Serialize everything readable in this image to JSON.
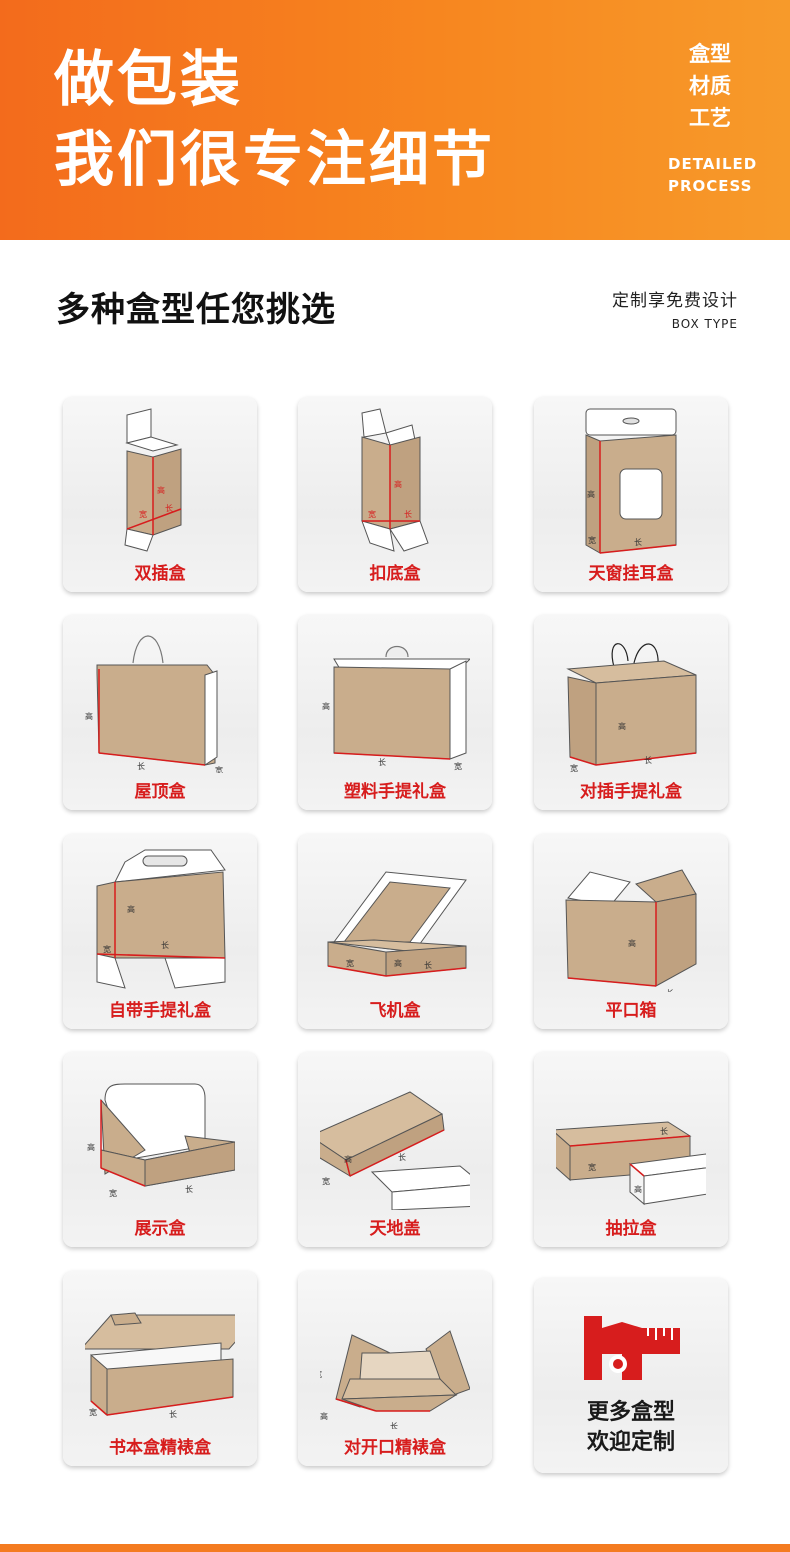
{
  "hero": {
    "line1": "做包装",
    "line2": "我们很专注细节",
    "tags": [
      "盒型",
      "材质",
      "工艺"
    ],
    "en": [
      "DETAILED",
      "PROCESS"
    ]
  },
  "section": {
    "title": "多种盒型任您挑选",
    "subtitle": "定制享免费设计",
    "en": "BOX TYPE"
  },
  "dimensions": {
    "length": "长",
    "width": "宽",
    "height": "高"
  },
  "boxes": [
    {
      "label": "双插盒"
    },
    {
      "label": "扣底盒"
    },
    {
      "label": "天窗挂耳盒"
    },
    {
      "label": "屋顶盒"
    },
    {
      "label": "塑料手提礼盒"
    },
    {
      "label": "对插手提礼盒"
    },
    {
      "label": "自带手提礼盒"
    },
    {
      "label": "飞机盒"
    },
    {
      "label": "平口箱"
    },
    {
      "label": "展示盒"
    },
    {
      "label": "天地盖"
    },
    {
      "label": "抽拉盒"
    },
    {
      "label": "书本盒精裱盒"
    },
    {
      "label": "对开口精裱盒"
    }
  ],
  "more": {
    "line1": "更多盒型",
    "line2": "欢迎定制"
  },
  "colors": {
    "brand": "#f47b20",
    "accent": "#d71d1d",
    "kraft": "#c9ad8c"
  }
}
